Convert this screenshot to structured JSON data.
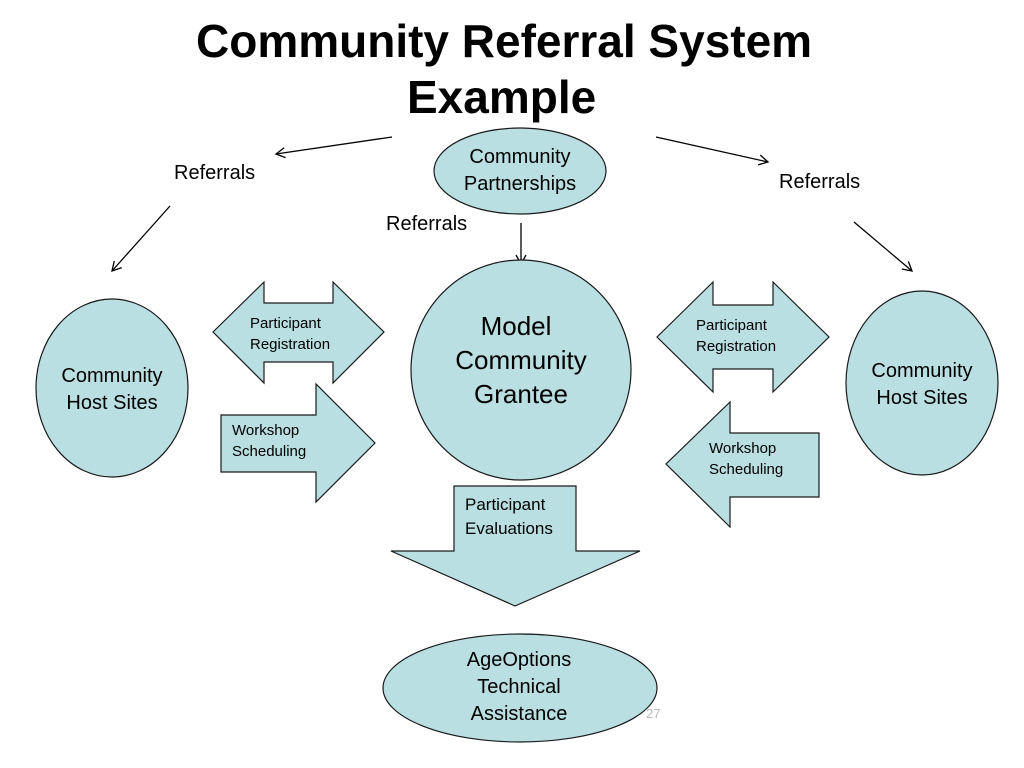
{
  "title": {
    "line1": "Community Referral System",
    "line2": "Example"
  },
  "colors": {
    "fill": "#b9dfe3",
    "stroke": "#1a1a1a",
    "arrow": "#000000"
  },
  "nodes": {
    "partnerships": {
      "line1": "Community",
      "line2": "Partnerships"
    },
    "grantee": {
      "line1": "Model",
      "line2": "Community",
      "line3": "Grantee"
    },
    "host_left": {
      "line1": "Community",
      "line2": "Host Sites"
    },
    "host_right": {
      "line1": "Community",
      "line2": "Host Sites"
    },
    "ageoptions": {
      "line1": "AgeOptions",
      "line2": "Technical",
      "line3": "Assistance"
    }
  },
  "referrals": {
    "left": "Referrals",
    "center": "Referrals",
    "right": "Referrals"
  },
  "arrows": {
    "left_registration": {
      "line1": "Participant",
      "line2": "Registration"
    },
    "left_scheduling": {
      "line1": "Workshop",
      "line2": "Scheduling"
    },
    "right_registration": {
      "line1": "Participant",
      "line2": "Registration"
    },
    "right_scheduling": {
      "line1": "Workshop",
      "line2": "Scheduling"
    },
    "evaluations": {
      "line1": "Participant",
      "line2": "Evaluations"
    }
  },
  "page_number": "27"
}
